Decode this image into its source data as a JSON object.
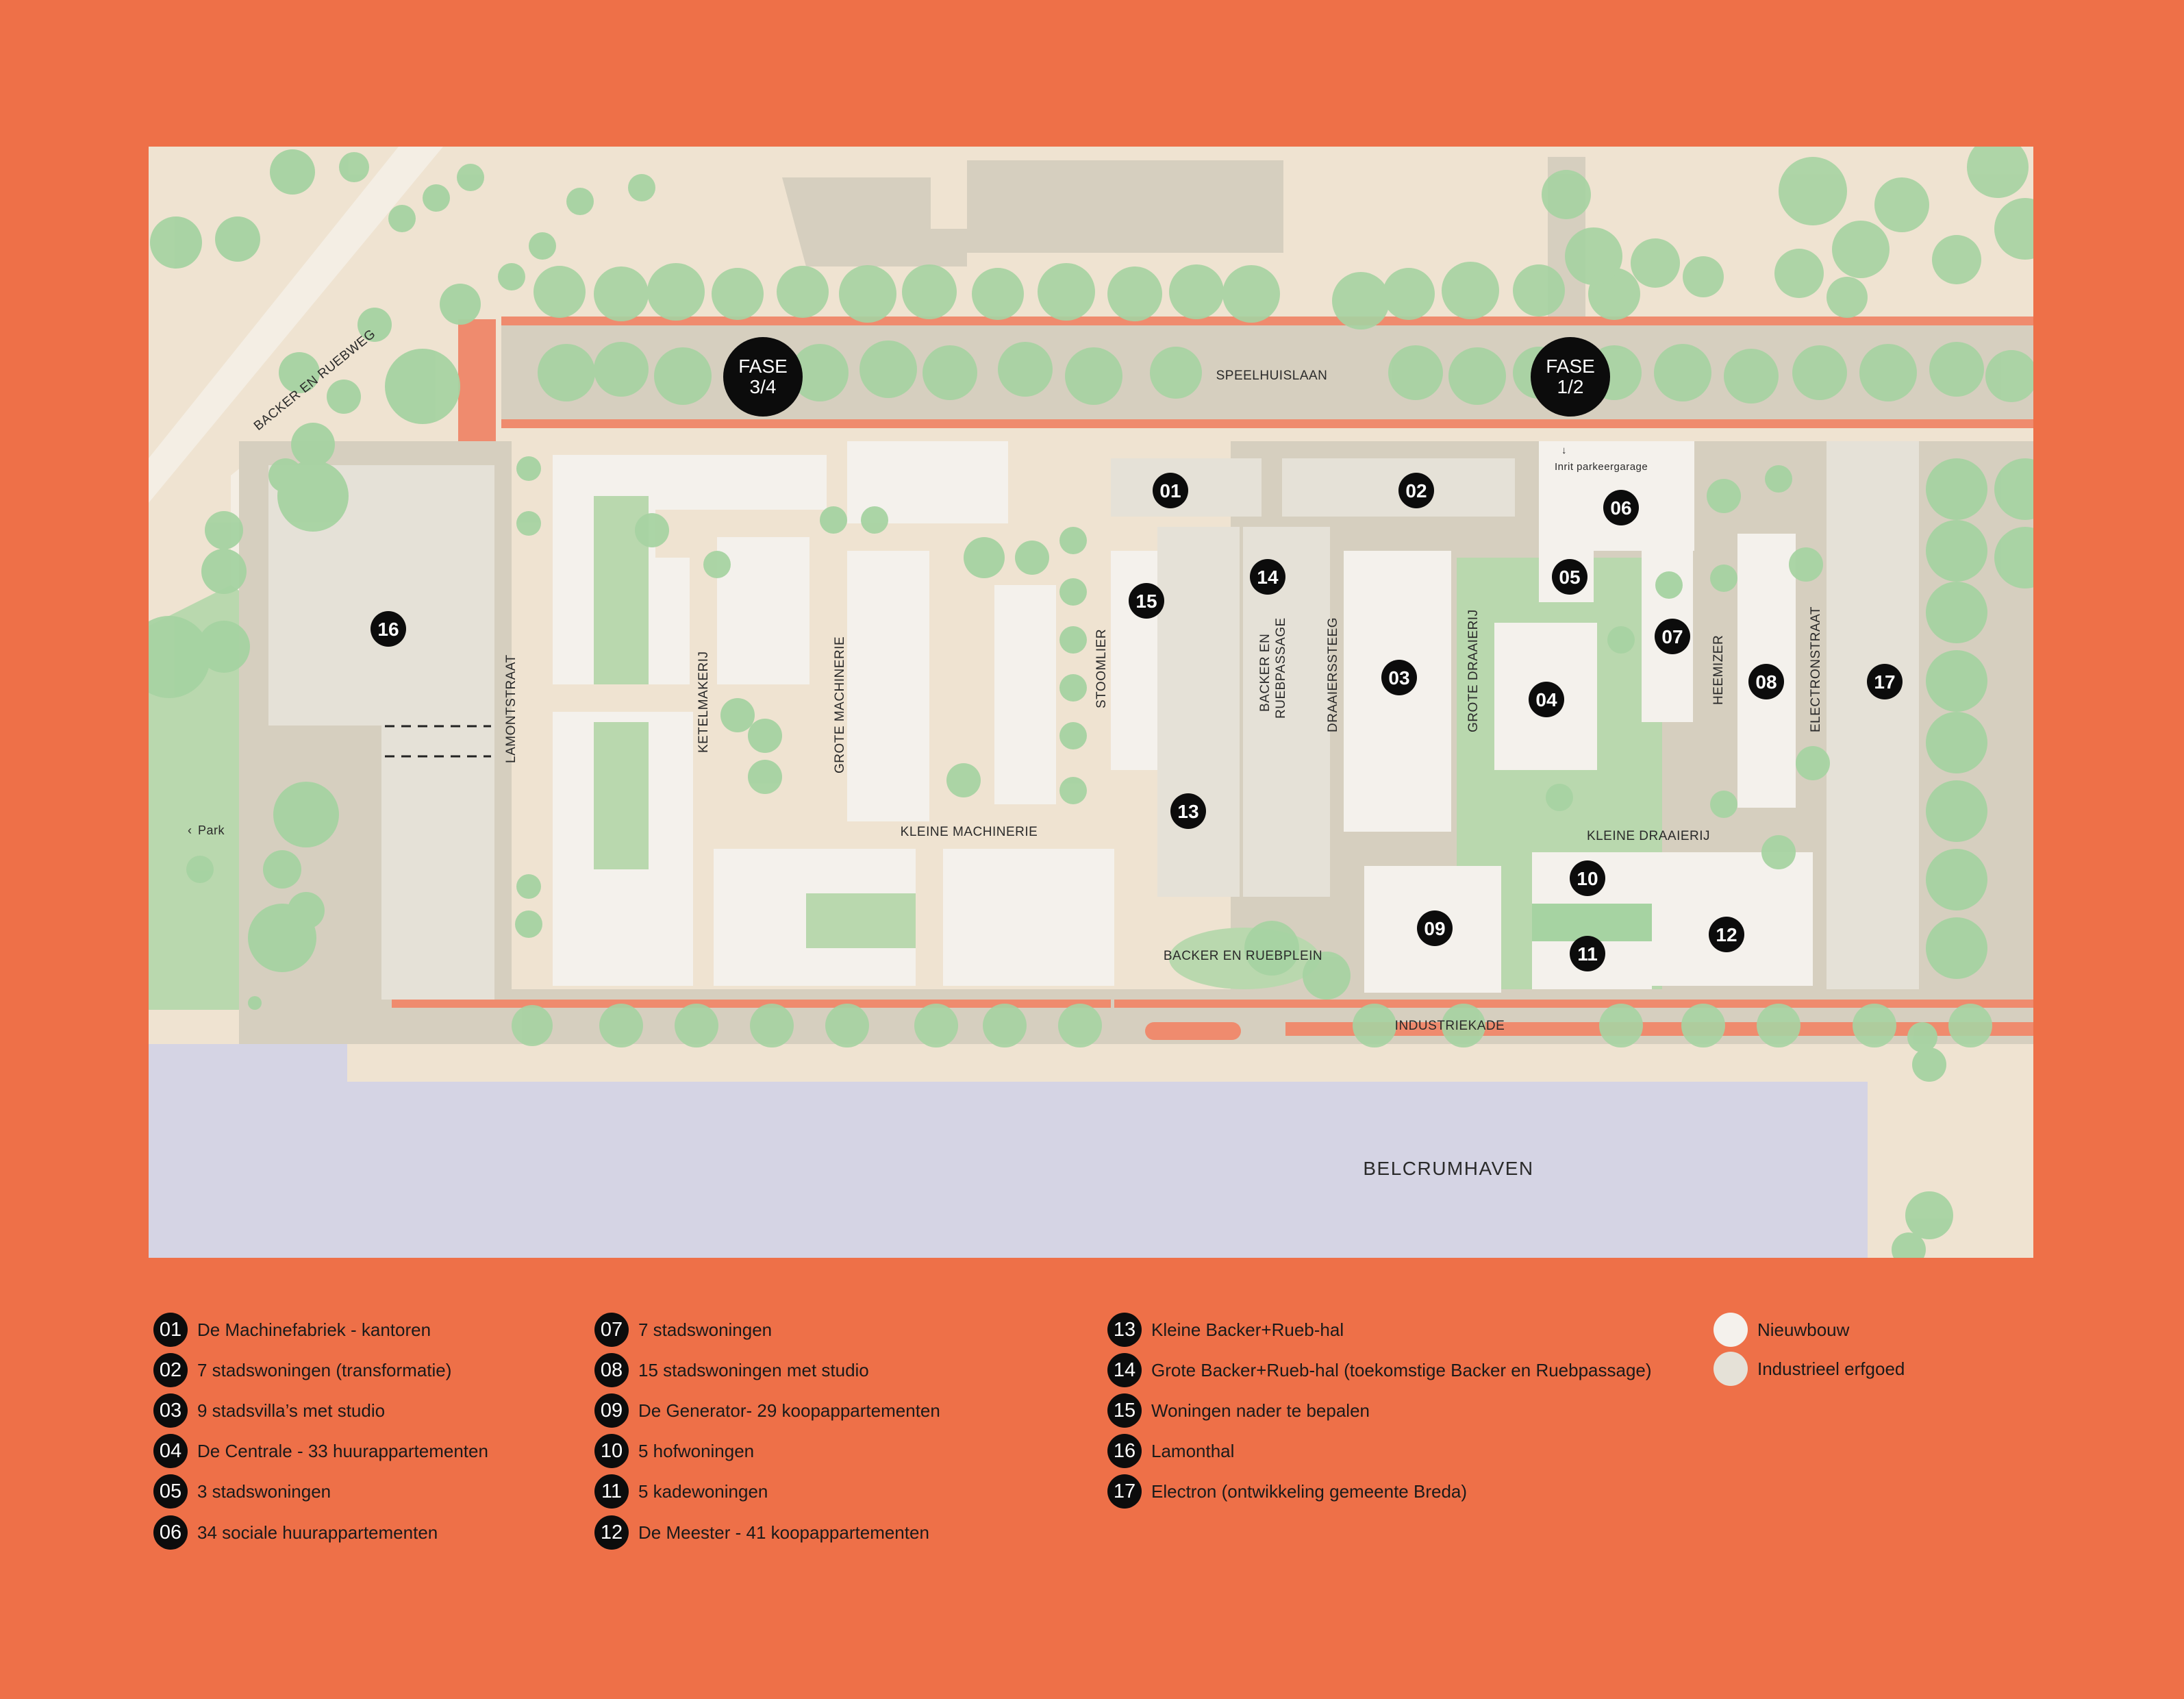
{
  "colors": {
    "background": "#EE7048",
    "land": "#EFE3D1",
    "paved": "#D6CFBF",
    "new_build": "#F4F1EC",
    "industrial_heritage": "#E5E1D7",
    "green": "#A6D3A2",
    "water": "#D5D4E4",
    "route": "#EF8B6E",
    "marker": "#0C0C0C"
  },
  "map": {
    "street_labels": {
      "speelhuislaan": "SPEELHUISLAAN",
      "backer_en_ruebweg": "BACKER EN RUEBWEG",
      "lamontstraat": "LAMONTSTRAAT",
      "ketelmakerij": "KETELMAKERIJ",
      "grote_machinerie": "GROTE MACHINERIE",
      "stoomlier": "STOOMLIER",
      "backer_en_ruebpassage_1": "BACKER EN",
      "backer_en_ruebpassage_2": "RUEBPASSAGE",
      "draaierssteeg": "DRAAIERSSTEEG",
      "grote_draaierij": "GROTE DRAAIERIJ",
      "heemizer": "HEEMIZER",
      "electronstraat": "ELECTRONSTRAAT",
      "kleine_machinerie": "KLEINE MACHINERIE",
      "kleine_draaierij": "KLEINE DRAAIERIJ",
      "backer_en_ruebplein": "BACKER EN RUEBPLEIN",
      "industriekade": "INDUSTRIEKADE",
      "belcrumhaven": "BELCRUMHAVEN"
    },
    "notes": {
      "park": "Park",
      "inrit": "Inrit parkeergarage"
    },
    "phases": [
      {
        "line1": "FASE",
        "line2": "3/4"
      },
      {
        "line1": "FASE",
        "line2": "1/2"
      }
    ],
    "markers": [
      "01",
      "02",
      "03",
      "04",
      "05",
      "06",
      "07",
      "08",
      "09",
      "10",
      "11",
      "12",
      "13",
      "14",
      "15",
      "16",
      "17"
    ]
  },
  "legend": {
    "items": [
      {
        "num": "01",
        "label": "De Machinefabriek - kantoren"
      },
      {
        "num": "02",
        "label": "7 stadswoningen (transformatie)"
      },
      {
        "num": "03",
        "label": "9 stadsvilla’s met studio"
      },
      {
        "num": "04",
        "label": "De Centrale - 33 huurappartementen"
      },
      {
        "num": "05",
        "label": "3 stadswoningen"
      },
      {
        "num": "06",
        "label": "34 sociale huurappartementen"
      },
      {
        "num": "07",
        "label": "7 stadswoningen"
      },
      {
        "num": "08",
        "label": "15 stadswoningen met studio"
      },
      {
        "num": "09",
        "label": "De Generator- 29 koopappartementen"
      },
      {
        "num": "10",
        "label": "5 hofwoningen"
      },
      {
        "num": "11",
        "label": "5 kadewoningen"
      },
      {
        "num": "12",
        "label": "De Meester - 41 koopappartementen"
      },
      {
        "num": "13",
        "label": "Kleine Backer+Rueb-hal"
      },
      {
        "num": "14",
        "label": "Grote Backer+Rueb-hal (toekomstige Backer en Ruebpassage)"
      },
      {
        "num": "15",
        "label": "Woningen nader te bepalen"
      },
      {
        "num": "16",
        "label": "Lamonthal"
      },
      {
        "num": "17",
        "label": "Electron (ontwikkeling gemeente Breda)"
      }
    ],
    "swatches": [
      {
        "label": "Nieuwbouw",
        "color": "#F4F1EC"
      },
      {
        "label": "Industrieel erfgoed",
        "color": "#E5E1D7"
      }
    ]
  }
}
